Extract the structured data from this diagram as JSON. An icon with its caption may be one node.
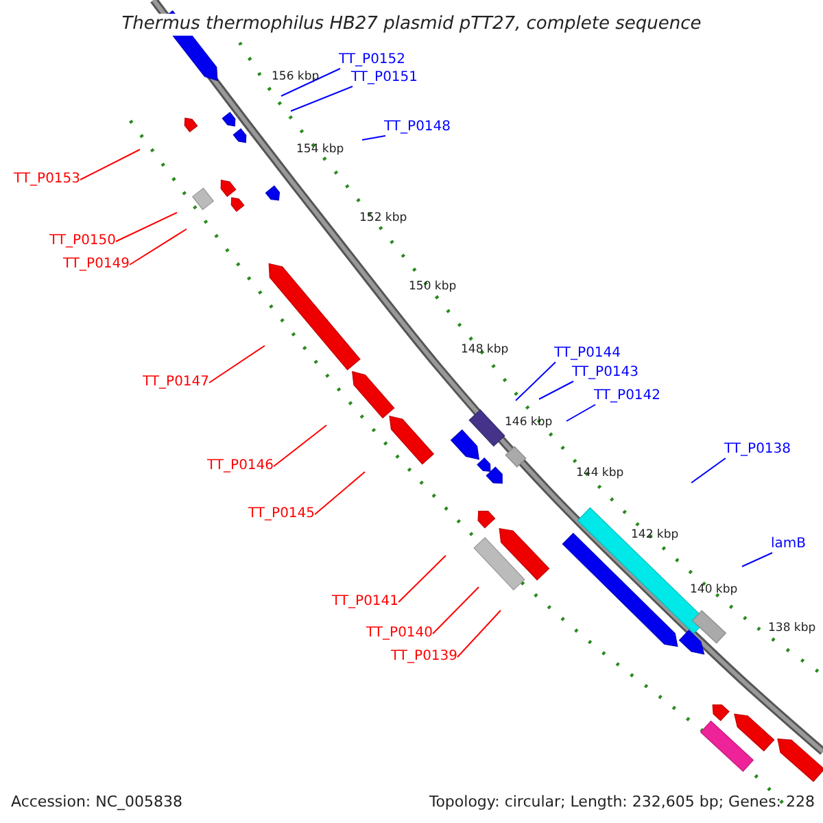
{
  "diagram": {
    "title": "Thermus thermophilus HB27 plasmid pTT27, complete sequence",
    "nodes": [
      {
        "text": [
          "TT_P0152"
        ]
      },
      {
        "text": [
          "TT_P0151"
        ]
      },
      {
        "text": [
          "TT_P0148"
        ]
      },
      {
        "text": [
          "TT_P0153"
        ]
      },
      {
        "text": [
          "TT_P0150"
        ]
      },
      {
        "text": [
          "TT_P0149"
        ]
      },
      {
        "text": [
          "TT_P0147"
        ]
      },
      {
        "text": [
          "TT_P0146"
        ]
      },
      {
        "text": [
          "TT_P0145"
        ]
      },
      {
        "text": [
          "TT_P0144"
        ]
      },
      {
        "text": [
          "TT_P0143"
        ]
      },
      {
        "text": [
          "TT_P0142"
        ]
      },
      {
        "text": [
          "TT_P0138"
        ]
      },
      {
        "text": [
          "lamB"
        ]
      },
      {
        "text": [
          "TT_P0141"
        ]
      },
      {
        "text": [
          "TT_P0140"
        ]
      },
      {
        "text": [
          "TT_P0139"
        ]
      }
    ],
    "edges": [
      {
        "from": 0,
        "to": null,
        "arrow": "none",
        "color": "#0000ff"
      },
      {
        "from": 1,
        "to": null,
        "arrow": "none",
        "color": "#0000ff"
      },
      {
        "from": 2,
        "to": null,
        "arrow": "none",
        "color": "#0000ff"
      },
      {
        "from": 3,
        "to": null,
        "arrow": "none",
        "color": "#ff0000"
      },
      {
        "from": 4,
        "to": null,
        "arrow": "none",
        "color": "#ff0000"
      },
      {
        "from": 5,
        "to": null,
        "arrow": "none",
        "color": "#ff0000"
      },
      {
        "from": 6,
        "to": null,
        "arrow": "none",
        "color": "#ff0000"
      },
      {
        "from": 7,
        "to": null,
        "arrow": "none",
        "color": "#ff0000"
      },
      {
        "from": 8,
        "to": null,
        "arrow": "none",
        "color": "#ff0000"
      },
      {
        "from": 9,
        "to": null,
        "arrow": "none",
        "color": "#0000ff"
      },
      {
        "from": 10,
        "to": null,
        "arrow": "none",
        "color": "#0000ff"
      },
      {
        "from": 11,
        "to": null,
        "arrow": "none",
        "color": "#0000ff"
      },
      {
        "from": 12,
        "to": null,
        "arrow": "none",
        "color": "#0000ff"
      },
      {
        "from": 13,
        "to": null,
        "arrow": "none",
        "color": "#0000ff"
      },
      {
        "from": 14,
        "to": null,
        "arrow": "none",
        "color": "#ff0000"
      },
      {
        "from": 15,
        "to": null,
        "arrow": "none",
        "color": "#ff0000"
      },
      {
        "from": 16,
        "to": null,
        "arrow": "none",
        "color": "#ff0000"
      }
    ],
    "labels": [
      "156 kbp",
      "154 kbp",
      "152 kbp",
      "150 kbp",
      "148 kbp",
      "146 kbp",
      "144 kbp",
      "142 kbp",
      "140 kbp",
      "138 kbp",
      "Accession: NC_005838",
      "Topology: circular; Length: 232,605 bp; Genes: 228"
    ]
  }
}
